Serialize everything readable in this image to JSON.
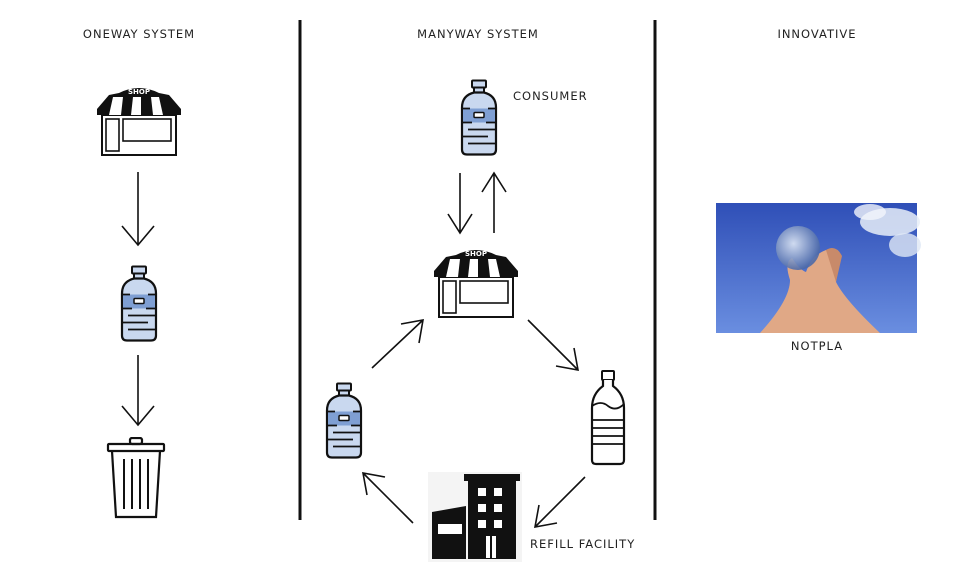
{
  "columns": {
    "oneway": {
      "title": "ONEWAY SYSTEM"
    },
    "manyway": {
      "title": "MANYWAY SYSTEM",
      "consumer_label": "CONSUMER",
      "refill_label": "REFILL FACILITY"
    },
    "innovative": {
      "title": "INNOVATIVE",
      "photo_caption": "NOTPLA"
    }
  },
  "icons": {
    "shop_sign": "SHOP",
    "shop": "shop-icon",
    "bottle": "water-bottle-icon",
    "empty_bottle": "empty-bottle-icon",
    "trash": "trash-can-icon",
    "factory": "factory-building-icon"
  },
  "colors": {
    "bottle_fill": "#c9d8ef",
    "bottle_band": "#7f9fd3",
    "line": "#111111"
  }
}
